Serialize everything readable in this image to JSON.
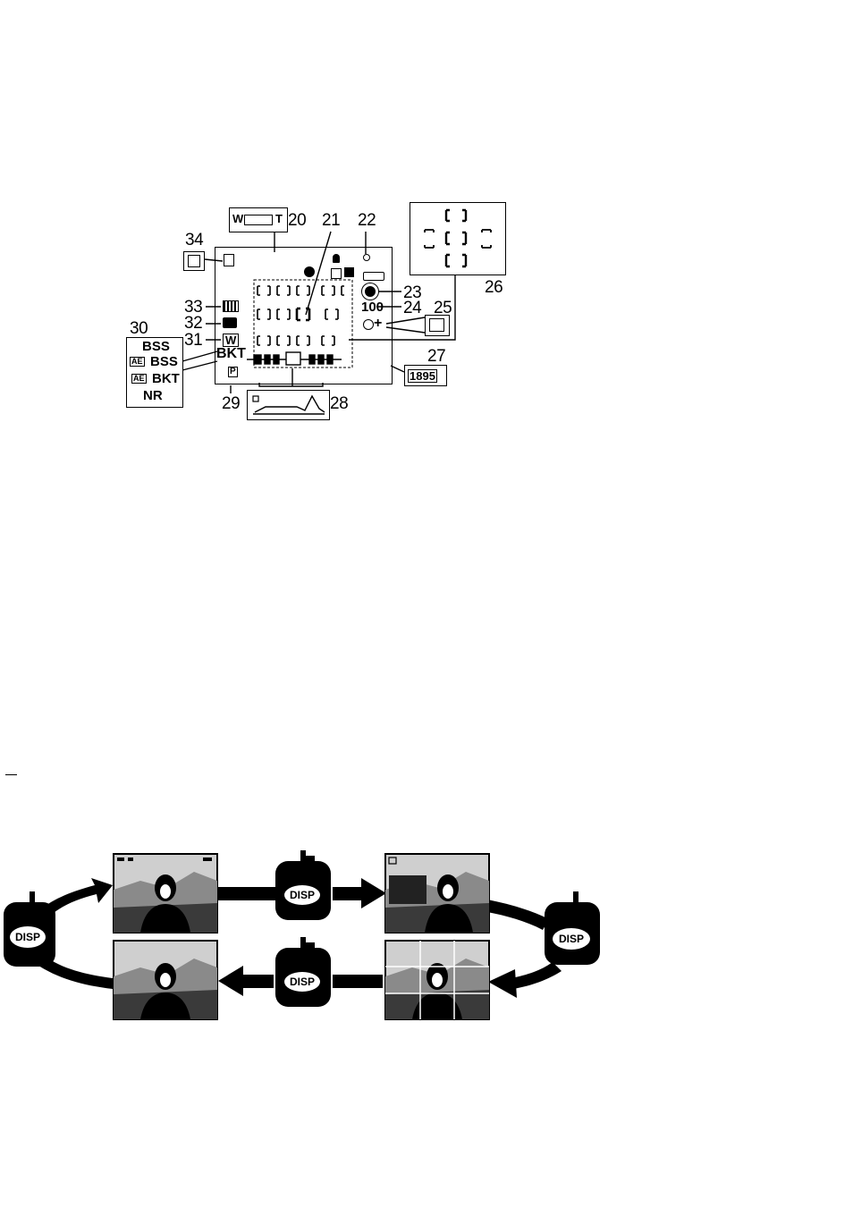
{
  "monitor_diagram": {
    "callouts": {
      "n20": "20",
      "n21": "21",
      "n22": "22",
      "n23": "23",
      "n24": "24",
      "n25": "25",
      "n26": "26",
      "n27": "27",
      "n28": "28",
      "n29": "29",
      "n30": "30",
      "n31": "31",
      "n32": "32",
      "n33": "33",
      "n34": "34"
    },
    "mode_box": {
      "bss": "BSS",
      "ae_bss": "BSS",
      "ae_tag": "AE",
      "ae_bkt": "BKT",
      "ae_tag2": "AE",
      "nr": "NR"
    },
    "screen_text": {
      "bkt": "BKT",
      "iso": "100",
      "frames": "1895",
      "p_mode": "P",
      "wb": "W",
      "zoom_w": "W",
      "zoom_t": "T"
    }
  },
  "disp_cycle": {
    "button_label": "DISP"
  },
  "colors": {
    "ink": "#000000",
    "paper": "#ffffff"
  }
}
